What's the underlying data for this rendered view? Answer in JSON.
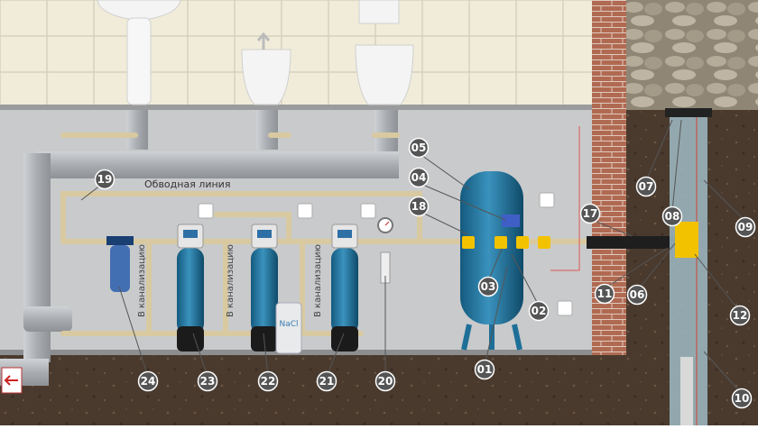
{
  "bypass_label": "Обводная линия",
  "sewer_labels": [
    "В канализацию",
    "В канализацию",
    "В канализацию"
  ],
  "nacl_label": "NaCl",
  "markers": [
    "19",
    "05",
    "04",
    "18",
    "17",
    "07",
    "08",
    "09",
    "24",
    "23",
    "22",
    "21",
    "20",
    "03",
    "02",
    "01",
    "11",
    "06",
    "12",
    "10"
  ],
  "colors": {
    "tank": "#1e6f98",
    "pipe": "#d8c9a0",
    "sewer_pipe": "#b7bbbf",
    "valve": "#f2c200",
    "wall": "#c9cacb",
    "soil": "#4a3a2e",
    "brick": "#b06a52",
    "marker": "#555555"
  }
}
